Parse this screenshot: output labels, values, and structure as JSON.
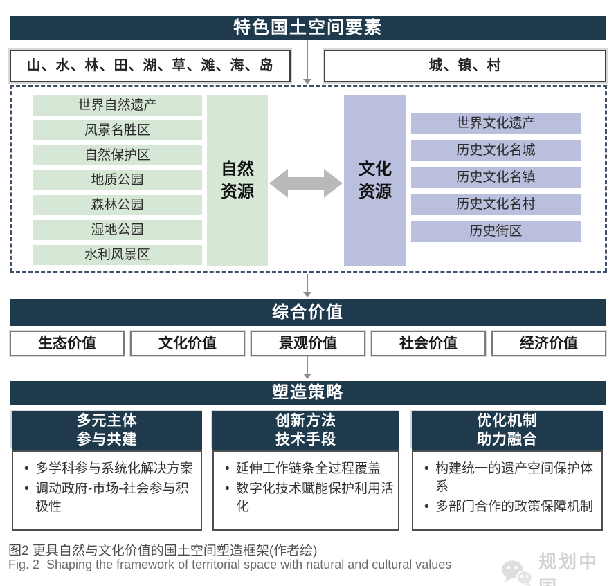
{
  "header": {
    "title": "特色国土空间要素"
  },
  "element_boxes": {
    "natural": "山、水、林、田、湖、草、滩、海、岛",
    "settlement": "城、镇、村"
  },
  "resources": {
    "natural_label": "自然资源",
    "cultural_label": "文化资源",
    "natural_items": [
      "世界自然遗产",
      "风景名胜区",
      "自然保护区",
      "地质公园",
      "森林公园",
      "湿地公园",
      "水利风景区"
    ],
    "cultural_items": [
      "世界文化遗产",
      "历史文化名城",
      "历史文化名镇",
      "历史文化名村",
      "历史街区"
    ]
  },
  "values": {
    "title": "综合价值",
    "items": [
      "生态价值",
      "文化价值",
      "景观价值",
      "社会价值",
      "经济价值"
    ]
  },
  "strategies": {
    "title": "塑造策略",
    "columns": [
      {
        "heading_line1": "多元主体",
        "heading_line2": "参与共建",
        "bullets": [
          "多学科参与系统化解决方案",
          "调动政府-市场-社会参与积极性"
        ]
      },
      {
        "heading_line1": "创新方法",
        "heading_line2": "技术手段",
        "bullets": [
          "延伸工作链条全过程覆盖",
          "数字化技术赋能保护利用活化"
        ]
      },
      {
        "heading_line1": "优化机制",
        "heading_line2": "助力融合",
        "bullets": [
          "构建统一的遗产空间保护体系",
          "多部门合作的政策保障机制"
        ]
      }
    ]
  },
  "caption": {
    "zh": "图2 更具自然与文化价值的国土空间塑造框架(作者绘)",
    "en": "Fig. 2  Shaping the framework of territorial space with natural and cultural values"
  },
  "watermark": {
    "text": "规划中国"
  },
  "colors": {
    "navy": "#1f3a4d",
    "green": "#d7e7d5",
    "purple": "#b9bfdc",
    "arrow-gray": "#b9b9b9",
    "connector-gray": "#8c8c8c",
    "dashed-border": "#3d5068",
    "watermark-gray": "#d4d4d4"
  }
}
